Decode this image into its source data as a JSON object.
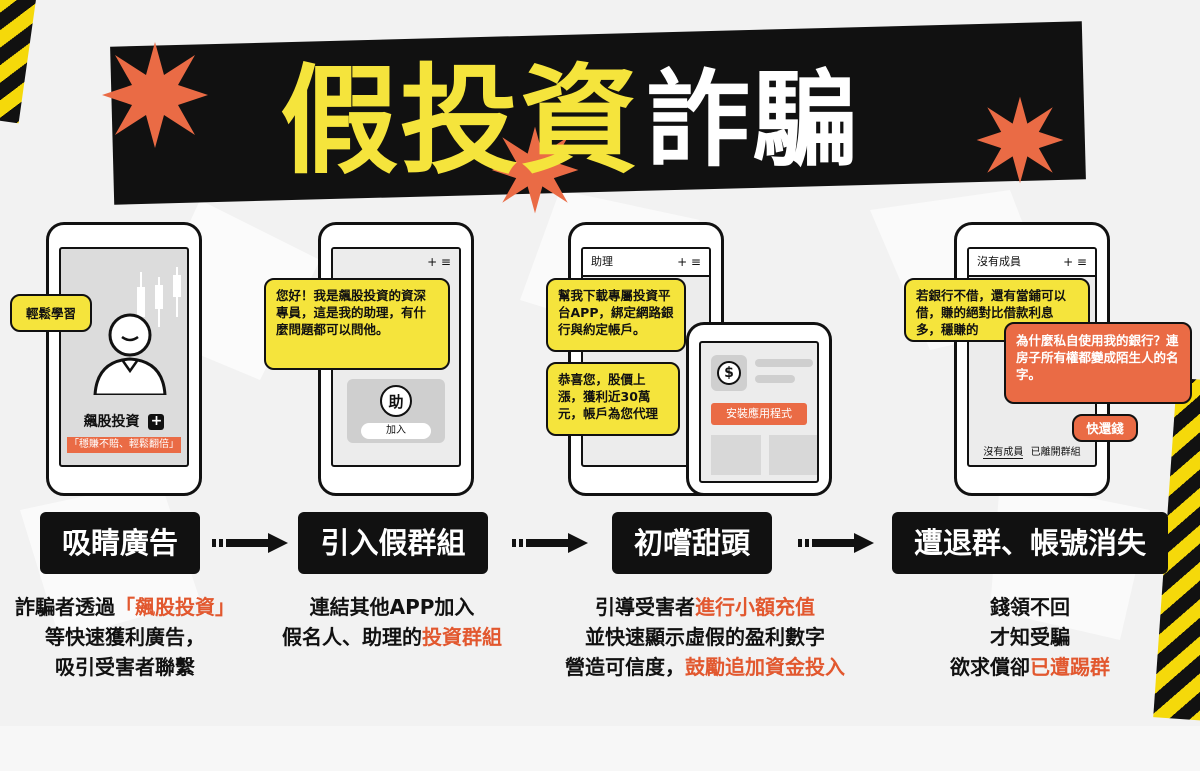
{
  "title": {
    "part1": "假投資",
    "part2": "詐騙"
  },
  "colors": {
    "yellow": "#f5e43c",
    "orange": "#ea6b45",
    "black": "#111111",
    "highlight": "#e2582f"
  },
  "phone1": {
    "tag": "輕鬆學習",
    "name": "飆股投資",
    "slogan": "「穩賺不賠、輕鬆翻倍」",
    "icons": [
      "person-icon",
      "plus-icon",
      "candlestick-icon"
    ]
  },
  "phone2": {
    "controls": "+ ≡",
    "message": "您好！我是飆股投資的資深專員，這是我的助理，有什麼問題都可以問他。",
    "avatar_char": "助",
    "join_label": "加入"
  },
  "phone3": {
    "contact": "助理",
    "controls": "+ ≡",
    "message1": "幫我下載專屬投資平台APP，綁定網路銀行與約定帳戶。",
    "message2": "恭喜您，股價上漲，獲利近30萬元，帳戶為您代理",
    "install_label": "安裝應用程式",
    "icons": [
      "dollar-icon"
    ]
  },
  "phone4": {
    "contact": "沒有成員",
    "controls": "+ ≡",
    "message1": "若銀行不借，還有當鋪可以借，賺的絕對比借款利息多，穩賺的",
    "message2": "為什麼私自使用我的銀行？連房子所有權都變成陌生人的名字。",
    "message3": "快還錢",
    "status_member": "沒有成員",
    "status_left": "已離開群組"
  },
  "steps": [
    {
      "label": "吸睛廣告",
      "lines": [
        {
          "a": "詐騙者透過",
          "hl": "「飆股投資」",
          "b": ""
        },
        {
          "a": "等快速獲利廣告，",
          "hl": "",
          "b": ""
        },
        {
          "a": "吸引受害者聯繫",
          "hl": "",
          "b": ""
        }
      ]
    },
    {
      "label": "引入假群組",
      "lines": [
        {
          "a": "連結其他APP加入",
          "hl": "",
          "b": ""
        },
        {
          "a": "假名人、助理的",
          "hl": "投資群組",
          "b": ""
        }
      ]
    },
    {
      "label": "初嚐甜頭",
      "lines": [
        {
          "a": "引導受害者",
          "hl": "進行小額充值",
          "b": ""
        },
        {
          "a": "並快速顯示虛假的盈利數字",
          "hl": "",
          "b": ""
        },
        {
          "a": "營造可信度，",
          "hl": "鼓勵追加資金投入",
          "b": ""
        }
      ]
    },
    {
      "label": "遭退群、帳號消失",
      "lines": [
        {
          "a": "錢領不回",
          "hl": "",
          "b": ""
        },
        {
          "a": "才知受騙",
          "hl": "",
          "b": ""
        },
        {
          "a": "欲求償卻",
          "hl": "已遭踢群",
          "b": ""
        }
      ]
    }
  ],
  "arrows": [
    "arrow-icon",
    "arrow-icon",
    "arrow-icon"
  ]
}
